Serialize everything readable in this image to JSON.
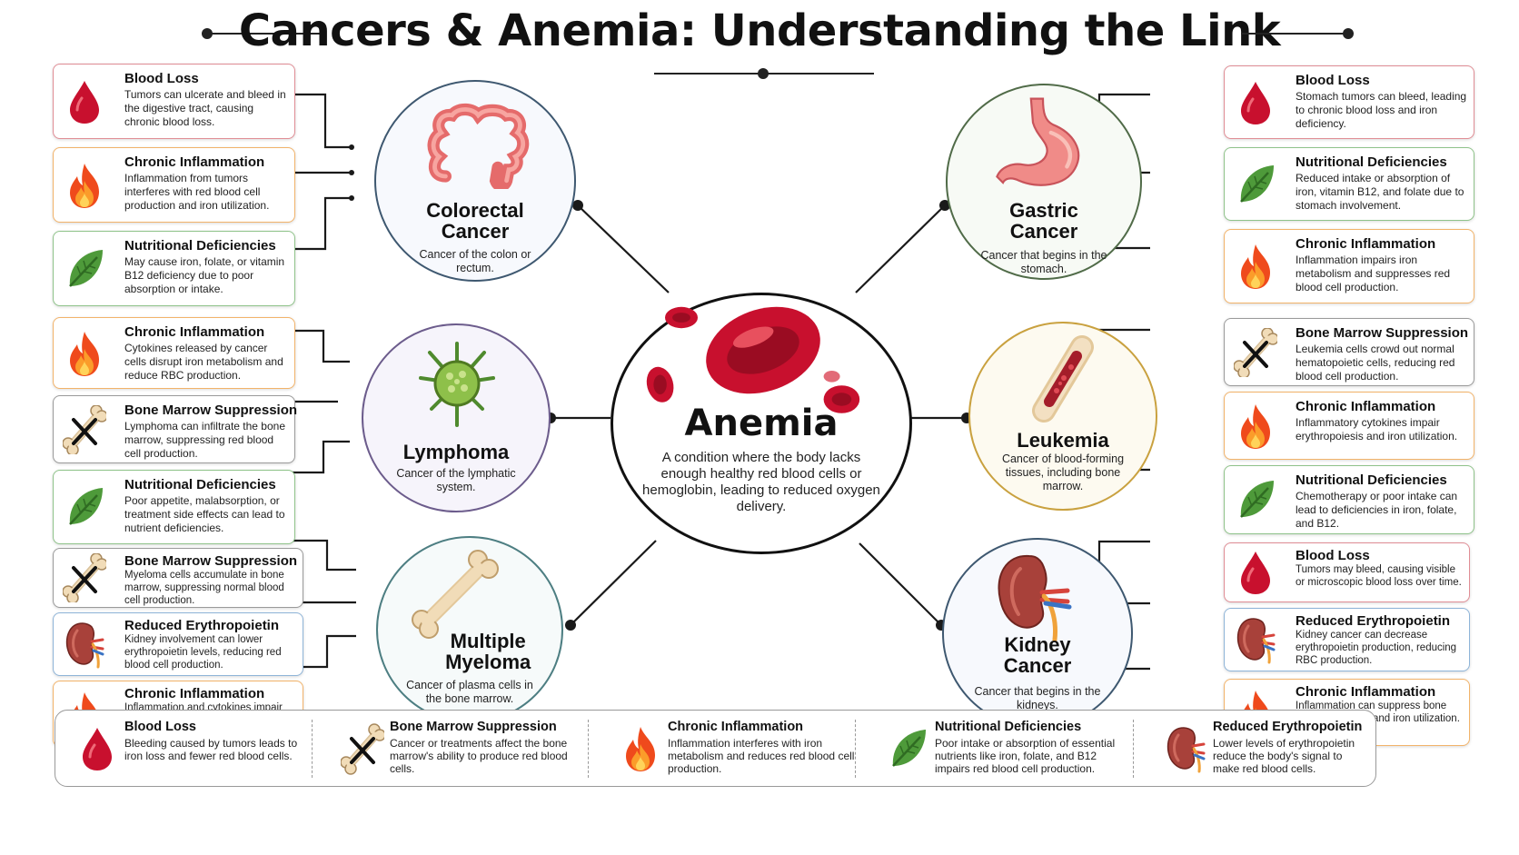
{
  "title": "Cancers & Anemia: Understanding the Link",
  "center": {
    "title": "Anemia",
    "description": "A condition where the body lacks enough healthy red blood cells or hemoglobin, leading to reduced oxygen delivery."
  },
  "cancers": [
    {
      "name": "Colorectal Cancer",
      "description": "Cancer of the colon or rectum.",
      "factors": [
        {
          "icon": "blood-drop-icon",
          "title": "Blood Loss",
          "text": "Tumors can ulcerate and bleed in the digestive tract, causing chronic blood loss."
        },
        {
          "icon": "flame-icon",
          "title": "Chronic Inflammation",
          "text": "Inflammation from tumors interferes with red blood cell production and iron utilization."
        },
        {
          "icon": "leaf-icon",
          "title": "Nutritional Deficiencies",
          "text": "May cause iron, folate, or vitamin B12 deficiency due to poor absorption or intake."
        }
      ]
    },
    {
      "name": "Lymphoma",
      "description": "Cancer of the lymphatic system.",
      "factors": [
        {
          "icon": "flame-icon",
          "title": "Chronic Inflammation",
          "text": "Cytokines released by cancer cells disrupt iron metabolism and reduce RBC production."
        },
        {
          "icon": "bone-x-icon",
          "title": "Bone Marrow Suppression",
          "text": "Lymphoma can infiltrate the bone marrow, suppressing red blood cell production."
        },
        {
          "icon": "leaf-icon",
          "title": "Nutritional Deficiencies",
          "text": "Poor appetite, malabsorption, or treatment side effects can lead to nutrient deficiencies."
        }
      ]
    },
    {
      "name": "Multiple Myeloma",
      "description": "Cancer of plasma cells in the bone marrow.",
      "factors": [
        {
          "icon": "bone-x-icon",
          "title": "Bone Marrow Suppression",
          "text": "Myeloma cells accumulate in bone marrow, suppressing normal blood cell production."
        },
        {
          "icon": "kidney-icon",
          "title": "Reduced Erythropoietin",
          "text": "Kidney involvement can lower erythropoietin levels, reducing red blood cell production."
        },
        {
          "icon": "flame-icon",
          "title": "Chronic Inflammation",
          "text": "Inflammation and cytokines impair iron metabolism and erythropoiesis."
        }
      ]
    },
    {
      "name": "Gastric Cancer",
      "description": "Cancer that begins in the stomach.",
      "factors": [
        {
          "icon": "blood-drop-icon",
          "title": "Blood Loss",
          "text": "Stomach tumors can bleed, leading to chronic blood loss and iron deficiency."
        },
        {
          "icon": "leaf-icon",
          "title": "Nutritional Deficiencies",
          "text": "Reduced intake or absorption of iron, vitamin B12, and folate due to stomach involvement."
        },
        {
          "icon": "flame-icon",
          "title": "Chronic Inflammation",
          "text": "Inflammation impairs iron metabolism and suppresses red blood cell production."
        }
      ]
    },
    {
      "name": "Leukemia",
      "description": "Cancer of blood-forming tissues, including bone marrow.",
      "factors": [
        {
          "icon": "bone-x-icon",
          "title": "Bone Marrow Suppression",
          "text": "Leukemia cells crowd out normal hematopoietic cells, reducing red blood cell production."
        },
        {
          "icon": "flame-icon",
          "title": "Chronic Inflammation",
          "text": "Inflammatory cytokines impair erythropoiesis and iron utilization."
        },
        {
          "icon": "leaf-icon",
          "title": "Nutritional Deficiencies",
          "text": "Chemotherapy or poor intake can lead to deficiencies in iron, folate, and B12."
        }
      ]
    },
    {
      "name": "Kidney Cancer",
      "description": "Cancer that begins in the kidneys.",
      "factors": [
        {
          "icon": "blood-drop-icon",
          "title": "Blood Loss",
          "text": "Tumors may bleed, causing visible or microscopic blood loss over time."
        },
        {
          "icon": "kidney-icon",
          "title": "Reduced Erythropoietin",
          "text": "Kidney cancer can decrease erythropoietin production, reducing RBC production."
        },
        {
          "icon": "flame-icon",
          "title": "Chronic Inflammation",
          "text": "Inflammation can suppress bone marrow function and iron utilization."
        }
      ]
    }
  ],
  "legend": [
    {
      "icon": "blood-drop-icon",
      "title": "Blood Loss",
      "text": "Bleeding caused by tumors leads to iron loss and fewer red blood cells."
    },
    {
      "icon": "bone-x-icon",
      "title": "Bone Marrow Suppression",
      "text": "Cancer or treatments affect the bone marrow's ability to produce red blood cells."
    },
    {
      "icon": "flame-icon",
      "title": "Chronic Inflammation",
      "text": "Inflammation interferes with iron metabolism and reduces red blood cell production."
    },
    {
      "icon": "leaf-icon",
      "title": "Nutritional Deficiencies",
      "text": "Poor intake or absorption of essential nutrients like iron, folate, and B12 impairs red blood cell production."
    },
    {
      "icon": "kidney-icon",
      "title": "Reduced Erythropoietin",
      "text": "Lower levels of erythropoietin reduce the body's signal to make red blood cells."
    }
  ],
  "colors": {
    "blood": "#c8102e",
    "flame": "#f05a1a",
    "leaf": "#4e9a3a",
    "kidney": "#9c3a32",
    "bone": "#f1dcb8"
  }
}
